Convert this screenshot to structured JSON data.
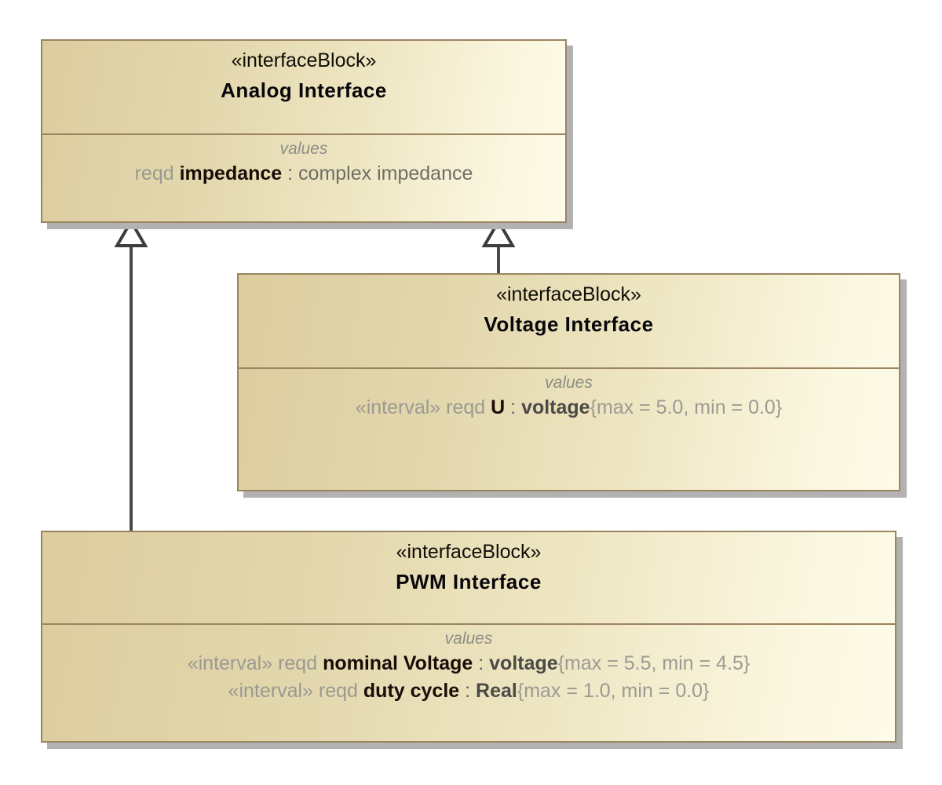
{
  "diagram": {
    "kind": "sysml-block-definition-diagram",
    "background_color": "#ffffff",
    "block_fill_left": "#dccd9f",
    "block_fill_right": "#fdfbe8",
    "block_border_color": "#9b8460",
    "shadow_color": "#b2b2b2",
    "connector_color": "#4a4a4a",
    "generalization_head_fill": "#ffffff"
  },
  "blocks": {
    "analog": {
      "stereotype": "«interfaceBlock»",
      "name": "Analog Interface",
      "compartment_label": "values",
      "values": [
        {
          "stereotype": "",
          "reqd": "reqd",
          "name": "impedance",
          "colon": " : ",
          "type": "complex impedance",
          "constraint": ""
        }
      ]
    },
    "voltage": {
      "stereotype": "«interfaceBlock»",
      "name": "Voltage Interface",
      "compartment_label": "values",
      "values": [
        {
          "stereotype": "«interval» ",
          "reqd": "reqd",
          "name": "U",
          "colon": " : ",
          "type": "voltage",
          "constraint": "{max = 5.0, min = 0.0}"
        }
      ]
    },
    "pwm": {
      "stereotype": "«interfaceBlock»",
      "name": "PWM Interface",
      "compartment_label": "values",
      "values": [
        {
          "stereotype": "«interval» ",
          "reqd": "reqd",
          "name": "nominal Voltage",
          "colon": " : ",
          "type": "voltage",
          "constraint": "{max = 5.5, min = 4.5}"
        },
        {
          "stereotype": "«interval» ",
          "reqd": "reqd",
          "name": "duty cycle",
          "colon": " : ",
          "type": "Real",
          "constraint": "{max = 1.0, min = 0.0}"
        }
      ]
    }
  },
  "relationships": [
    {
      "type": "generalization",
      "source": "PWM Interface",
      "target": "Analog Interface",
      "label": ""
    },
    {
      "type": "generalization",
      "source": "Voltage Interface",
      "target": "Analog Interface",
      "label": ""
    }
  ]
}
